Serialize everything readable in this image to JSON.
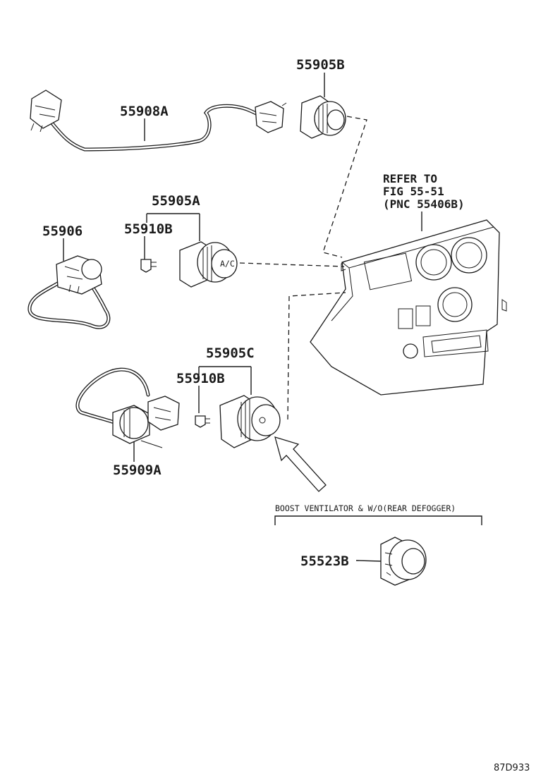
{
  "labels": {
    "p55905B": "55905B",
    "p55908A": "55908A",
    "p55905A": "55905A",
    "p55906": "55906",
    "p55910B_top": "55910B",
    "p55905C": "55905C",
    "p55910B_bottom": "55910B",
    "p55909A": "55909A",
    "p55523B": "55523B"
  },
  "refer_note": {
    "line1": "REFER TO",
    "line2": "FIG 55-51",
    "line3": "(PNC 55406B)"
  },
  "option_note": "BOOST VENTILATOR & W/O(REAR DEFOGGER)",
  "diagram_code": "87D933"
}
